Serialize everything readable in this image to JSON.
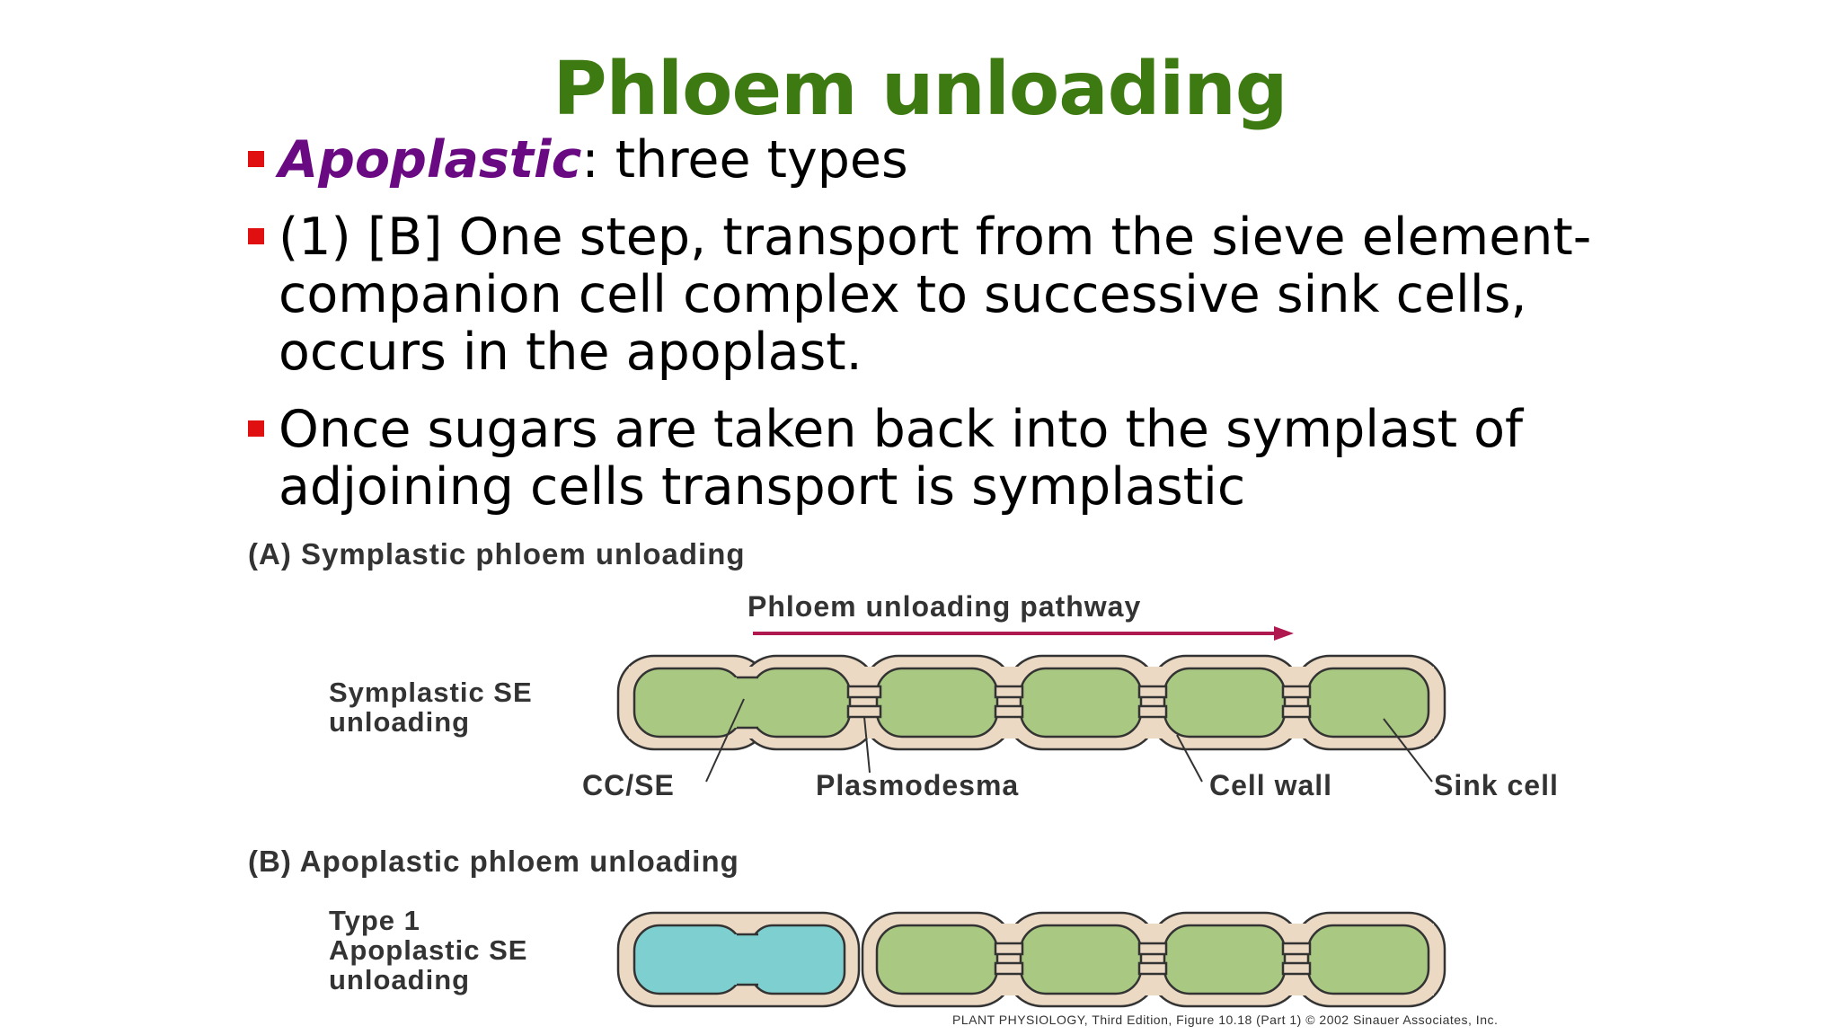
{
  "title": "Phloem unloading",
  "bullets": [
    {
      "emph": "Apoplastic",
      "rest": ": three types"
    },
    {
      "line1": "(1) [B] One step, transport from the sieve element-",
      "line2": "companion cell complex to successive sink cells,",
      "line3": "occurs in the apoplast."
    },
    {
      "line1": "Once sugars are taken back into the symplast of",
      "line2": "adjoining cells transport is symplastic"
    }
  ],
  "figure": {
    "panel_a": {
      "heading": "(A)  Symplastic phloem unloading",
      "pathway_label": "Phloem unloading pathway",
      "side_label_1": "Symplastic SE",
      "side_label_2": "unloading",
      "callouts": [
        "CC/SE",
        "Plasmodesma",
        "Cell wall",
        "Sink cell"
      ]
    },
    "panel_b": {
      "heading": "(B)  Apoplastic phloem unloading",
      "side_label_1": "Type 1",
      "side_label_2": "Apoplastic SE",
      "side_label_3": "unloading"
    },
    "credit": "PLANT PHYSIOLOGY, Third Edition, Figure 10.18 (Part 1)  © 2002 Sinauer Associates, Inc."
  },
  "colors": {
    "title": "#3e7a12",
    "emphasis": "#6a0a82",
    "bullet": "#e01010",
    "cell_green": "#a9c882",
    "cell_blue": "#7ecfcf",
    "cell_wall": "#ecd9c4",
    "arrow": "#b01850"
  }
}
